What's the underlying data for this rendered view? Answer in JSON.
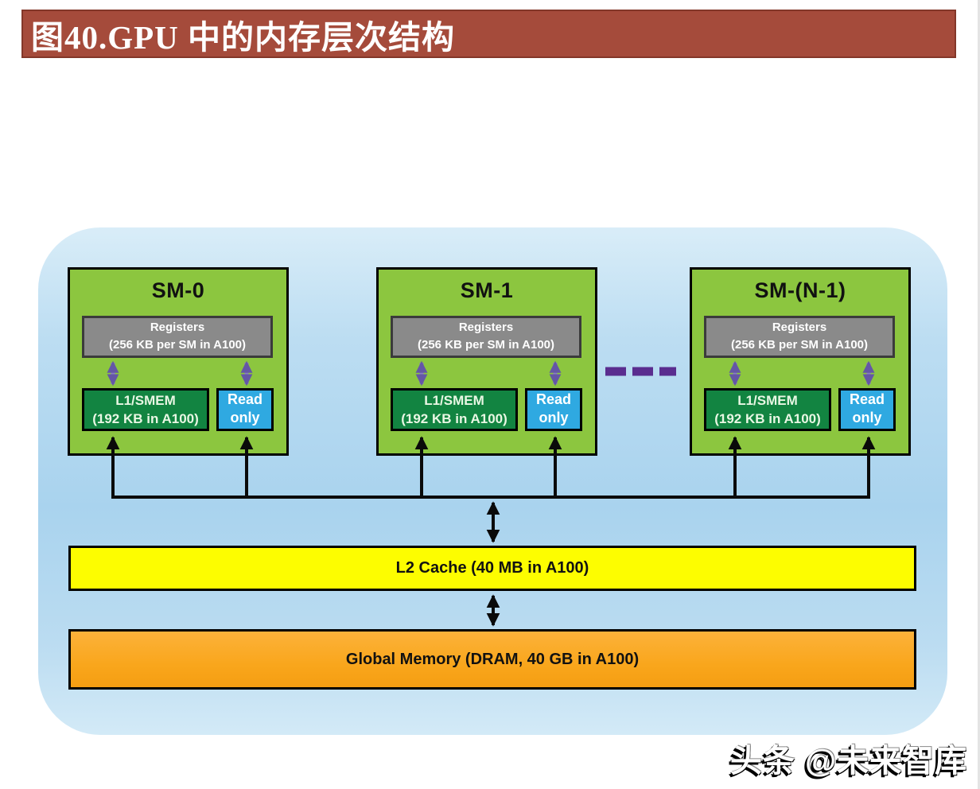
{
  "header": {
    "title": "图40.GPU 中的内存层次结构",
    "background_color": "#A54B3B",
    "text_color": "#FFFFFF"
  },
  "diagram": {
    "sm_units": [
      {
        "title": "SM-0",
        "registers": {
          "line1": "Registers",
          "line2": "(256 KB per SM in A100)"
        },
        "l1": {
          "line1": "L1/SMEM",
          "line2": "(192 KB in A100)"
        },
        "read_only": {
          "line1": "Read",
          "line2": "only"
        }
      },
      {
        "title": "SM-1",
        "registers": {
          "line1": "Registers",
          "line2": "(256 KB per SM in A100)"
        },
        "l1": {
          "line1": "L1/SMEM",
          "line2": "(192 KB in A100)"
        },
        "read_only": {
          "line1": "Read",
          "line2": "only"
        }
      },
      {
        "title": "SM-(N-1)",
        "registers": {
          "line1": "Registers",
          "line2": "(256 KB per SM in A100)"
        },
        "l1": {
          "line1": "L1/SMEM",
          "line2": "(192 KB in A100)"
        },
        "read_only": {
          "line1": "Read",
          "line2": "only"
        }
      }
    ],
    "continuation_symbol": "- - -",
    "l2_cache": {
      "label": "L2 Cache (40 MB in A100)",
      "color": "#FDFD00"
    },
    "global_memory": {
      "label": "Global Memory (DRAM, 40 GB in A100)",
      "color": "#F9A61C"
    },
    "colors": {
      "canvas_blue": "#A9D3EE",
      "sm_fill": "#8CC63F",
      "registers_fill": "#8A8A8A",
      "l1_fill": "#128441",
      "read_only_fill": "#2FA9E1",
      "arrow_purple_shaft": "#8A7DC2",
      "arrow_purple_head": "#6456A6",
      "dash_purple": "#5A2D8F",
      "connector_black": "#0A0A0A"
    }
  },
  "watermark": {
    "text": "头条 @未来智库"
  }
}
